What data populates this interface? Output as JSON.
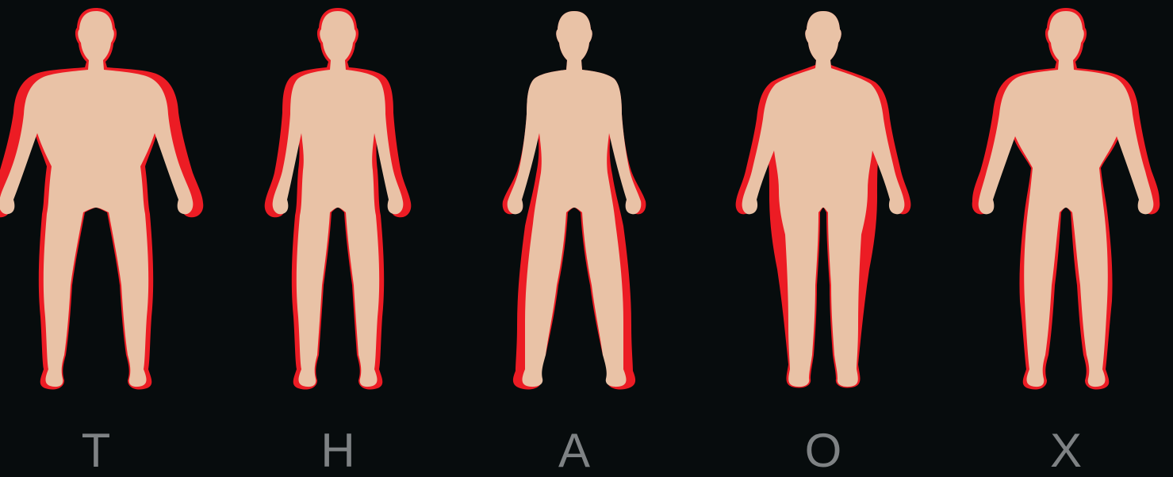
{
  "colors": {
    "background": "#070c0d",
    "skin": "#e9c2a6",
    "highlight": "#ec1c24",
    "letter": "#7e8284"
  },
  "body_types": [
    {
      "letter": "T",
      "emphasis": "shoulders-and-arms"
    },
    {
      "letter": "H",
      "emphasis": "shoulders-and-hips"
    },
    {
      "letter": "A",
      "emphasis": "hips-and-legs"
    },
    {
      "letter": "O",
      "emphasis": "midsection"
    },
    {
      "letter": "X",
      "emphasis": "shoulders-and-thighs"
    }
  ]
}
